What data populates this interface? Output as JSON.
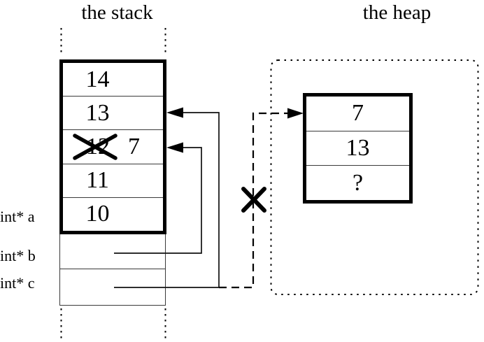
{
  "titles": {
    "stack": "the stack",
    "heap": "the heap"
  },
  "stack_frame": {
    "cells": [
      {
        "value": "14"
      },
      {
        "value": "13"
      },
      {
        "value": "12",
        "crossed_out": true,
        "new_value": "7"
      },
      {
        "value": "11"
      },
      {
        "value": "10"
      }
    ]
  },
  "pointer_vars": [
    {
      "label": "int* a"
    },
    {
      "label": "int* b"
    },
    {
      "label": "int* c"
    }
  ],
  "heap_block": {
    "cells": [
      {
        "value": "7"
      },
      {
        "value": "13"
      },
      {
        "value": "?"
      }
    ]
  },
  "annotations": {
    "crossed_out_stack_value": "12",
    "invalid_heap_pointer_marker": "X"
  },
  "colors": {
    "ink": "#000000",
    "background": "#ffffff",
    "thin_line": "#3a3a3a"
  }
}
